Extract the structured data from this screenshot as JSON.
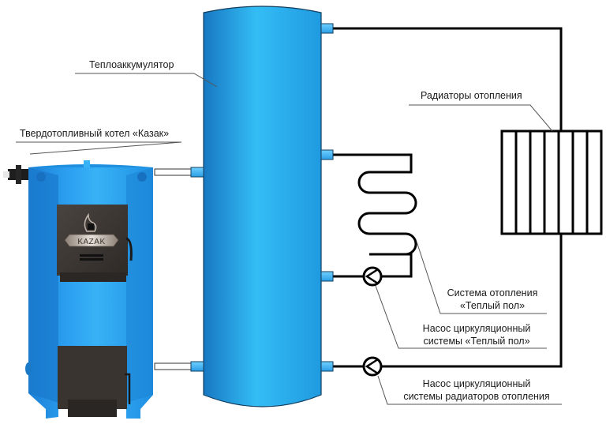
{
  "diagram": {
    "title": "Heating system with solid fuel boiler and heat accumulator",
    "colors": {
      "tank_dark": "#1a82c8",
      "tank_light": "#33b8f2",
      "tank_outline": "#123e5e",
      "boiler_blue": "#1e8fe0",
      "boiler_door": "#3a3531",
      "pipe": "#000000",
      "leader": "#555555"
    },
    "boiler": {
      "label": "Твердотопливный котел «Казак»",
      "brand": "KAZAK"
    },
    "accumulator": {
      "label": "Теплоаккумулятор"
    },
    "radiators": {
      "label": "Радиаторы отопления",
      "sections": 7
    },
    "floor_heating": {
      "label_line1": "Система отопления",
      "label_line2": "«Теплый пол»",
      "loops": 4
    },
    "floor_pump": {
      "label_line1": "Насос циркуляционный",
      "label_line2": "системы «Теплый пол»"
    },
    "radiator_pump": {
      "label_line1": "Насос циркуляционный",
      "label_line2": "системы радиаторов отопления"
    }
  }
}
